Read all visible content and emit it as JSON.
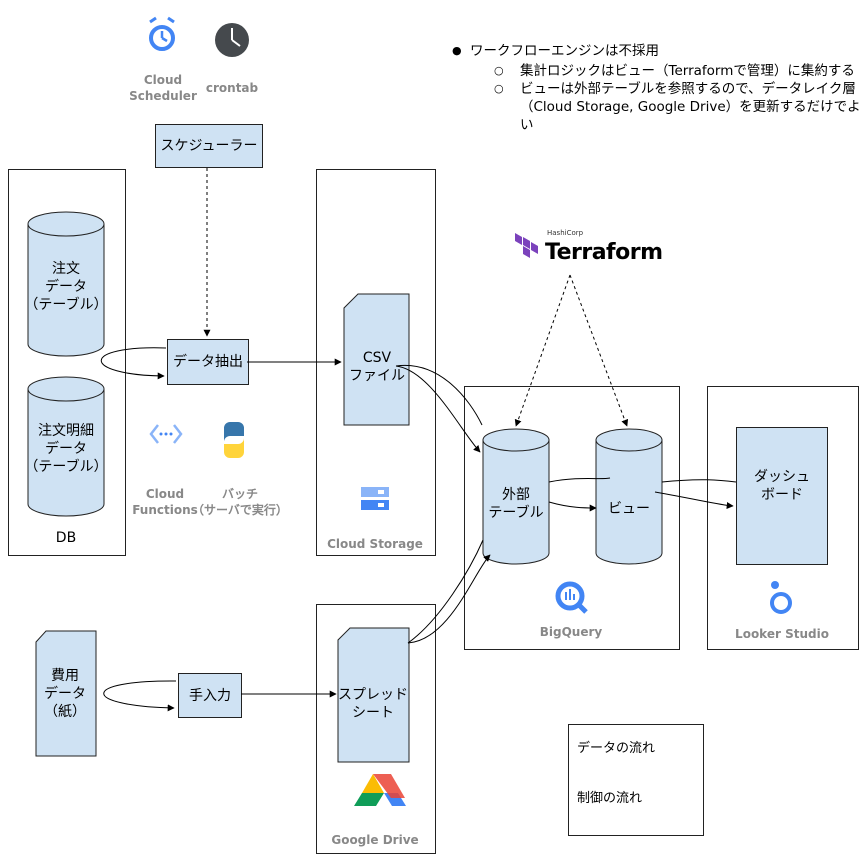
{
  "notes": {
    "main": "ワークフローエンジンは不採用",
    "sub": [
      "集計ロジックはビュー（Terraformで管理）に集約する",
      "ビューは外部テーブルを参照するので、データレイク層（Cloud Storage, Google Drive）を更新するだけでよい"
    ]
  },
  "icons": {
    "cloud_scheduler": "Cloud\nScheduler",
    "crontab": "crontab",
    "cloud_functions": "Cloud\nFunctions",
    "batch": "バッチ\n（サーバで実行）",
    "terraform_vendor": "HashiCorp",
    "terraform": "Terraform"
  },
  "nodes": {
    "scheduler": "スケジューラー",
    "extract": "データ抽出",
    "csv": "CSV\nファイル",
    "orders": "注文\nデータ\n（テーブル）",
    "order_details": "注文明細\nデータ\n（テーブル）",
    "external_table": "外部\nテーブル",
    "view": "ビュー",
    "dashboard": "ダッシュ\nボード",
    "expense": "費用\nデータ\n（紙）",
    "manual_input": "手入力",
    "spreadsheet": "スプレッド\nシート"
  },
  "containers": {
    "db": "DB",
    "cloud_storage": "Cloud Storage",
    "bigquery": "BigQuery",
    "looker_studio": "Looker Studio",
    "google_drive": "Google Drive"
  },
  "legend": {
    "data_flow": "データの流れ",
    "control_flow": "制御の流れ"
  },
  "colors": {
    "node_fill": "#cfe2f3",
    "terraform": "#7b42bc",
    "gcp_blue": "#4285f4",
    "python_blue": "#3776ab",
    "python_yellow": "#ffd43b"
  }
}
